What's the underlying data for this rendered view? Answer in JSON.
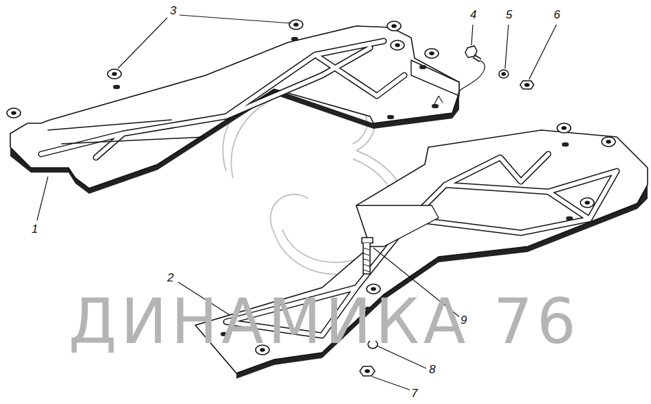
{
  "diagram": {
    "labels": [
      "1",
      "2",
      "3",
      "4",
      "5",
      "6",
      "7",
      "8",
      "9",
      "ДИНАМИКА 76"
    ]
  }
}
